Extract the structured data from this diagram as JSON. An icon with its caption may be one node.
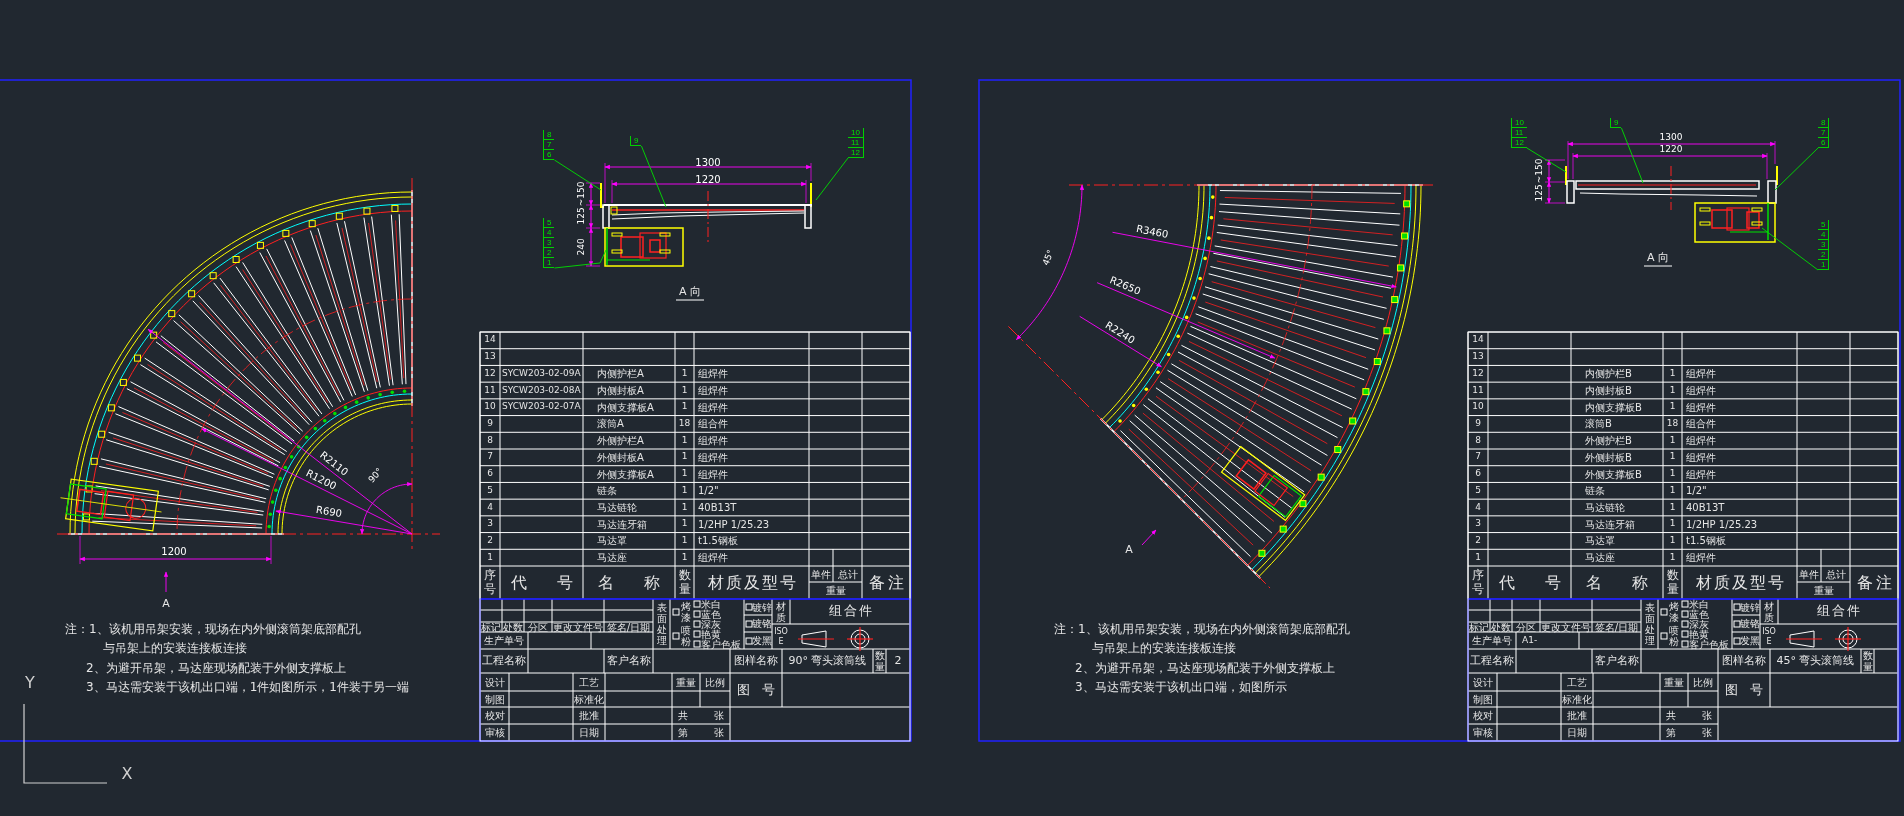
{
  "diagram": {
    "nodes": [
      {
        "text": [
          "8",
          "7",
          "6"
        ]
      },
      {
        "text": [
          "9"
        ]
      },
      {
        "text": [
          "5",
          "4",
          "3",
          "2",
          "1"
        ]
      },
      {
        "text": [
          "10",
          "11",
          "12"
        ]
      },
      {
        "text": [
          "10",
          "11",
          "12"
        ]
      },
      {
        "text": [
          "9"
        ]
      },
      {
        "text": [
          "8",
          "7",
          "6"
        ]
      },
      {
        "text": [
          "5",
          "4",
          "3",
          "2",
          "1"
        ]
      },
      {
        "text": [],
        "shape": "picture"
      },
      {
        "text": [],
        "shape": "picture"
      }
    ],
    "edges": [
      {
        "from": 0,
        "to": 8,
        "arrow": "none"
      },
      {
        "from": 1,
        "to": 8,
        "arrow": "none"
      },
      {
        "from": 2,
        "to": 8,
        "arrow": "none"
      },
      {
        "from": 3,
        "to": 8,
        "arrow": "none"
      },
      {
        "from": 4,
        "to": 9,
        "arrow": "none"
      },
      {
        "from": 5,
        "to": 9,
        "arrow": "none"
      },
      {
        "from": 6,
        "to": 9,
        "arrow": "none"
      },
      {
        "from": 7,
        "to": 9,
        "arrow": "none"
      }
    ],
    "labels": [
      "R2110",
      "R1200",
      "R690",
      "90°",
      "1200",
      "A",
      "1300",
      "1220",
      "~150",
      "125",
      "240",
      "A 向",
      "注：1、该机用吊架安装，现场在内外侧滚筒架底部配孔",
      "与吊架上的安装连接板连接",
      "2、为避开吊架，马达座现场配装于外侧支撑板上",
      "3、马达需安装于该机出口端，1件如图所示，1件装于另一端",
      "14",
      "13",
      "12",
      "SYCW203-02-09A",
      "内侧护栏A",
      "1",
      "组焊件",
      "11",
      "SYCW203-02-08A",
      "内侧封板A",
      "1",
      "组焊件",
      "10",
      "SYCW203-02-07A",
      "内侧支撑板A",
      "1",
      "组焊件",
      "9",
      "滚筒A",
      "18",
      "组合件",
      "8",
      "外侧护栏A",
      "1",
      "组焊件",
      "7",
      "外侧封板A",
      "1",
      "组焊件",
      "6",
      "外侧支撑板A",
      "1",
      "组焊件",
      "5",
      "链条",
      "1",
      "1/2\"",
      "4",
      "马达链轮",
      "1",
      "40B13T",
      "3",
      "马达连牙箱",
      "1",
      "1/2HP 1/25.23",
      "2",
      "马达罩",
      "1",
      "t1.5钢板",
      "1",
      "马达座",
      "1",
      "组焊件",
      "序号",
      "代号",
      "名称",
      "数量",
      "材质及型号",
      "单件",
      "总计",
      "重量",
      "备注",
      "标记",
      "处数",
      "分区",
      "更改文件号",
      "签名/日期",
      "生产单号",
      "表面处理",
      "烤漆",
      "喷粉",
      "米白",
      "蓝色",
      "深灰",
      "艳黄",
      "客户色板",
      "镀锌",
      "镀铬",
      "发黑",
      "材质",
      "组合件",
      "ISO E",
      "工程名称",
      "客户名称",
      "图样名称",
      "90° 弯头滚筒线",
      "数量",
      "2",
      "设计",
      "工艺",
      "重量",
      "比例",
      "图号",
      "制图",
      "标准化",
      "校对",
      "批准",
      "共 张",
      "审核",
      "日期",
      "第 张",
      "Y",
      "X",
      "R3460",
      "R2650",
      "R2240",
      "45°",
      "A",
      "1300",
      "1220",
      "~150",
      "125",
      "A 向",
      "注：1、该机用吊架安装，现场在内外侧滚筒架底部配孔",
      "与吊架上的安装连接板连接",
      "2、为避开吊架，马达座现场配装于外侧支撑板上",
      "3、马达需安装于该机出口端，如图所示",
      "14",
      "13",
      "12",
      "内侧护栏B",
      "1",
      "组焊件",
      "11",
      "内侧封板B",
      "1",
      "组焊件",
      "10",
      "内侧支撑板B",
      "1",
      "组焊件",
      "9",
      "滚筒B",
      "18",
      "组合件",
      "8",
      "外侧护栏B",
      "1",
      "组焊件",
      "7",
      "外侧封板B",
      "1",
      "组焊件",
      "6",
      "外侧支撑板B",
      "1",
      "组焊件",
      "5",
      "链条",
      "1",
      "1/2\"",
      "4",
      "马达链轮",
      "1",
      "40B13T",
      "3",
      "马达连牙箱",
      "1",
      "1/2HP 1/25.23",
      "2",
      "马达罩",
      "1",
      "t1.5钢板",
      "1",
      "马达座",
      "1",
      "组焊件",
      "序号",
      "代号",
      "名称",
      "数量",
      "材质及型号",
      "单件",
      "总计",
      "重量",
      "备注",
      "标记",
      "处数",
      "分区",
      "更改文件号",
      "签名/日期",
      "生产单号",
      "A1-",
      "表面处理",
      "烤漆",
      "喷粉",
      "米白",
      "蓝色",
      "深灰",
      "艳黄",
      "客户色板",
      "镀锌",
      "镀铬",
      "发黑",
      "材质",
      "组合件",
      "ISO E",
      "工程名称",
      "客户名称",
      "图样名称",
      "45° 弯头滚筒线",
      "数量",
      "设计",
      "工艺",
      "重量",
      "比例",
      "图号",
      "制图",
      "标准化",
      "校对",
      "批准",
      "共 张",
      "审核",
      "日期",
      "第 张"
    ]
  }
}
